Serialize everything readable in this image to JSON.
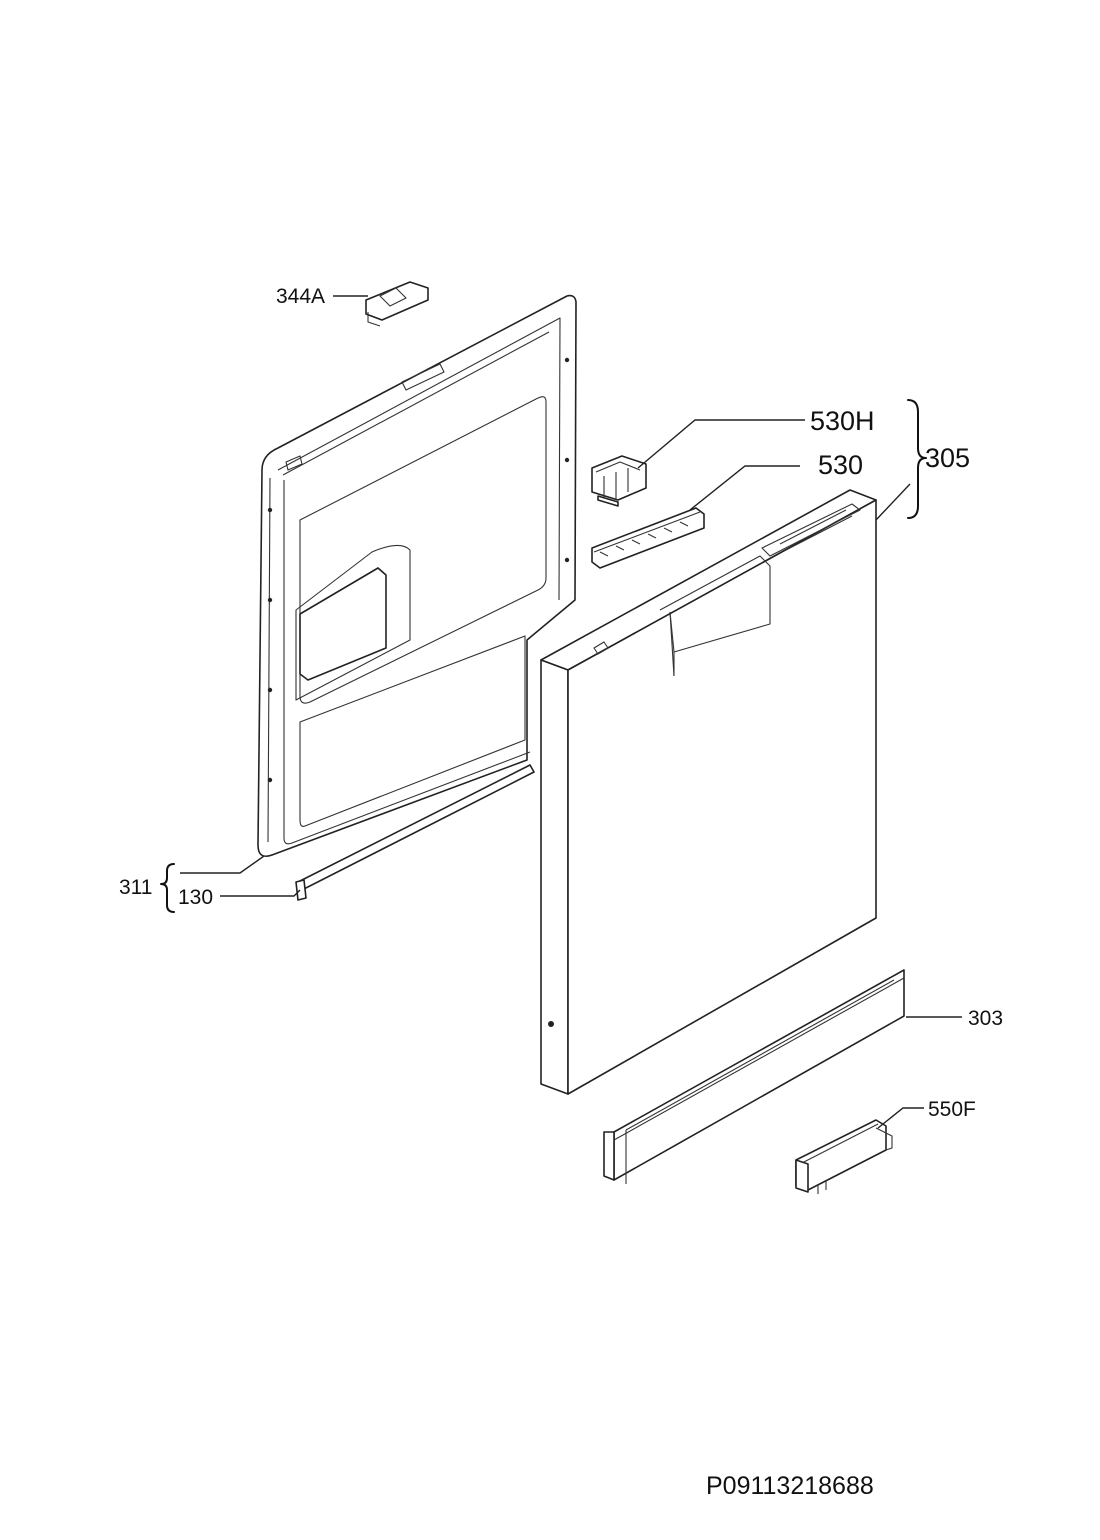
{
  "labels": {
    "p344a": "344A",
    "p530h": "530H",
    "p530": "530",
    "p305": "305",
    "p311": "311",
    "p130": "130",
    "p303": "303",
    "p550f": "550F"
  },
  "drawing_code": "P09113218688",
  "colors": {
    "line": "#222222",
    "background": "#ffffff"
  }
}
